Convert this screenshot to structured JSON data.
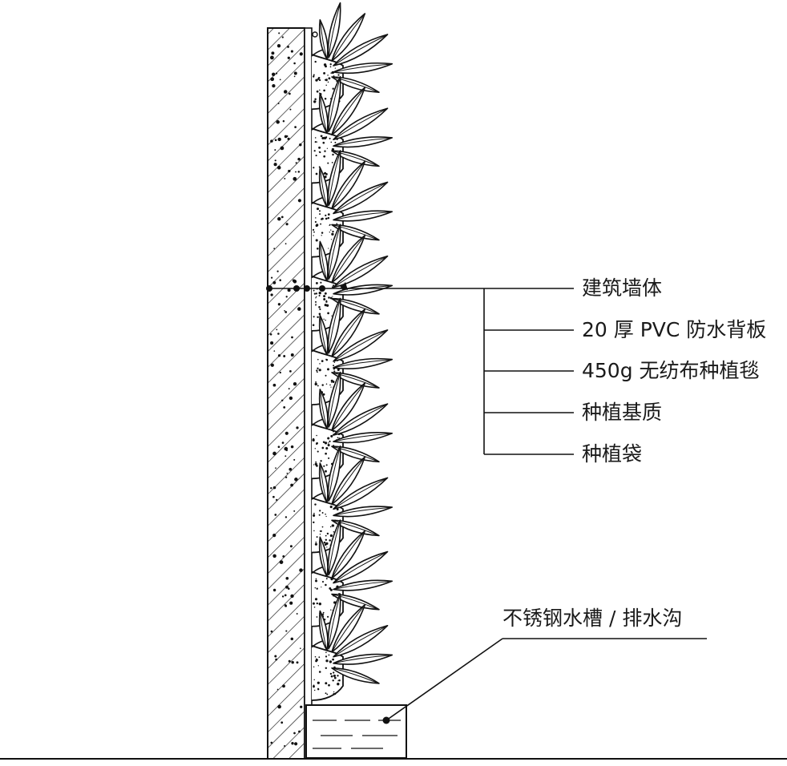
{
  "callouts": {
    "layers": [
      "建筑墙体",
      "20 厚 PVC 防水背板",
      "450g 无纺布种植毯",
      "种植基质",
      "种植袋"
    ],
    "gutter": "不锈钢水槽 / 排水沟"
  }
}
